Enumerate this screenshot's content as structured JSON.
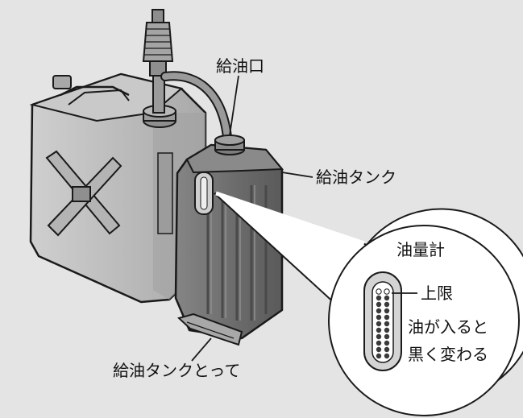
{
  "diagram": {
    "labels": {
      "fill_port": "給油口",
      "fuel_tank": "給油タンク",
      "tank_handle": "給油タンクとって",
      "oil_gauge": "油量計",
      "upper_limit": "上限",
      "note_line1": "油が入ると",
      "note_line2": "黒く変わる"
    },
    "colors": {
      "background": "#e4e4e4",
      "can_fill": "#bdbdbd",
      "tank_fill": "#6f6f6f",
      "outline": "#1a1a1a",
      "callout_fill": "#ffffff"
    }
  }
}
